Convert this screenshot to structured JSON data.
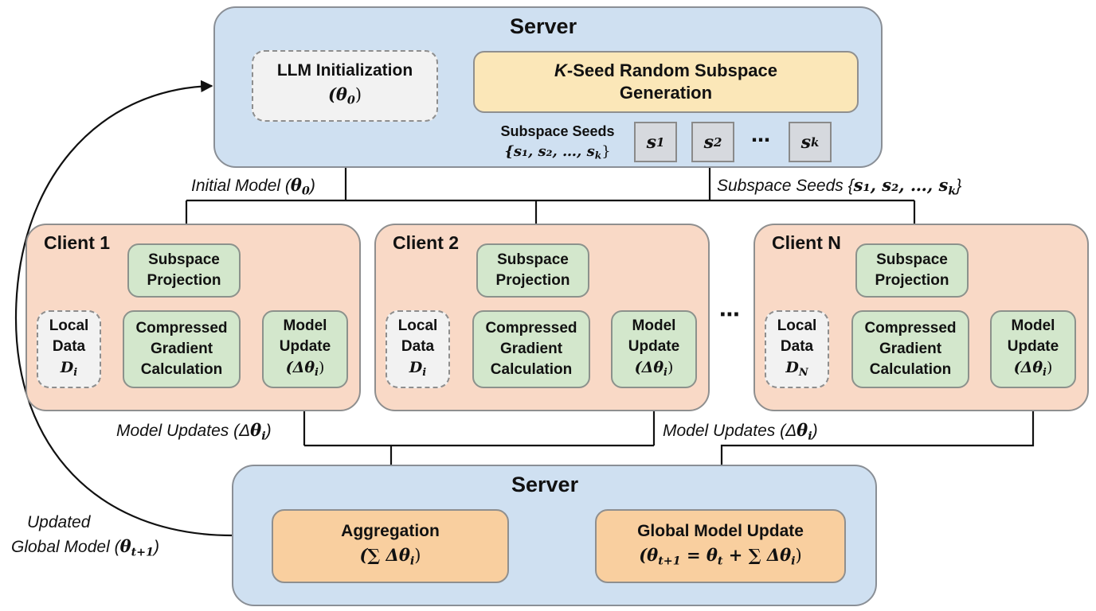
{
  "server_top": {
    "title": "Server",
    "llm_init": {
      "label": "LLM Initialization",
      "math": "(θ",
      "sub": "0",
      "close": ")"
    },
    "kseed": {
      "k": "K",
      "line1": "-Seed Random Subspace",
      "line2": "Generation"
    },
    "seeds_label": {
      "line1": "Subspace Seeds",
      "math": "{s₁, s₂, …, s",
      "sub": "k",
      "close": "}"
    },
    "seeds": [
      {
        "base": "s",
        "sub": "1"
      },
      {
        "base": "s",
        "sub": "2"
      },
      {
        "base": "s",
        "sub": "k"
      }
    ],
    "ellipsis": "⋯"
  },
  "edge_labels": {
    "initial_model": {
      "text": "Initial Model (",
      "math": "θ",
      "sub": "0",
      "close": ")"
    },
    "subspace_seeds": {
      "text": "Subspace Seeds {",
      "math": "s₁, s₂, …, s",
      "sub": "k",
      "close": "}"
    },
    "model_updates_left": {
      "text": "Model Updates (Δ",
      "math": "θ",
      "sub": "i",
      "close": ")"
    },
    "model_updates_right": {
      "text": "Model Updates (Δ",
      "math": "θ",
      "sub": "i",
      "close": ")"
    },
    "updated_global": {
      "line1": "Updated",
      "line2": "Global Model (",
      "math": "θ",
      "sub": "t+1",
      "close": ")"
    }
  },
  "clients": [
    {
      "title": "Client 1",
      "projection": [
        "Subspace",
        "Projection"
      ],
      "local_data": {
        "line1": "Local",
        "line2": "Data",
        "math": "D",
        "sub": "i"
      },
      "gradient": [
        "Compressed",
        "Gradient",
        "Calculation"
      ],
      "update": {
        "line1": "Model",
        "line2": "Update",
        "math": "(Δθ",
        "sub": "i",
        "close": ")"
      }
    },
    {
      "title": "Client 2",
      "projection": [
        "Subspace",
        "Projection"
      ],
      "local_data": {
        "line1": "Local",
        "line2": "Data",
        "math": "D",
        "sub": "i"
      },
      "gradient": [
        "Compressed",
        "Gradient",
        "Calculation"
      ],
      "update": {
        "line1": "Model",
        "line2": "Update",
        "math": "(Δθ",
        "sub": "i",
        "close": ")"
      }
    },
    {
      "title": "Client N",
      "projection": [
        "Subspace",
        "Projection"
      ],
      "local_data": {
        "line1": "Local",
        "line2": "Data",
        "math": "D",
        "sub": "N"
      },
      "gradient": [
        "Compressed",
        "Gradient",
        "Calculation"
      ],
      "update": {
        "line1": "Model",
        "line2": "Update",
        "math": "(Δθ",
        "sub": "i",
        "close": ")"
      }
    }
  ],
  "clients_ellipsis": "⋯",
  "server_bottom": {
    "title": "Server",
    "aggregation": {
      "label": "Aggregation",
      "math": "(∑ Δθ",
      "sub": "i",
      "close": ")"
    },
    "global_update": {
      "label": "Global Model Update",
      "m1": "(θ",
      "s1": "t+1",
      "m2": " = θ",
      "s2": "t",
      "m3": " + ∑ Δθ",
      "s3": "i",
      "close": ")"
    }
  },
  "colors": {
    "server_fill": "#cfe0f1",
    "client_fill": "#f9d9c6",
    "module_green": "#d3e7cc",
    "kseed_yellow": "#fbe7b8",
    "server_module_orange": "#f9cf9f",
    "seed_gray": "#d6d9de"
  }
}
